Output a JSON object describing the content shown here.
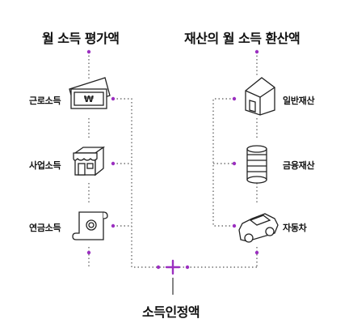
{
  "left_heading": "월 소득 평가액",
  "right_heading": "재산의 월 소득 환산액",
  "left_items": [
    {
      "label": "근로소득",
      "icon": "banknote-icon"
    },
    {
      "label": "사업소득",
      "icon": "shop-icon"
    },
    {
      "label": "연금소득",
      "icon": "scroll-icon"
    }
  ],
  "right_items": [
    {
      "label": "일반재산",
      "icon": "house-icon"
    },
    {
      "label": "금융재산",
      "icon": "coin-stack-icon"
    },
    {
      "label": "자동차",
      "icon": "car-icon"
    }
  ],
  "banknote_symbol": "₩",
  "combine_symbol": "+",
  "result_label": "소득인정액",
  "colors": {
    "accent": "#9b2fc0",
    "line": "#333333",
    "dots": "#555555"
  }
}
